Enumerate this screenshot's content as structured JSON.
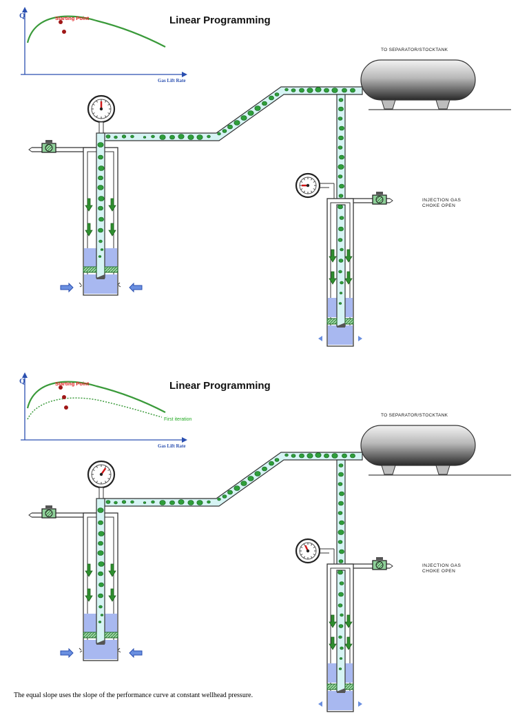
{
  "panels": [
    {
      "title": "Linear Programming",
      "axis_y_label": "Q",
      "axis_x_label": "Gas Lift Rate",
      "start_label": "Starting Point",
      "iteration_label": "",
      "tank_label": "TO SEPARATOR/STOCKTANK",
      "injection_line1": "INJECTION GAS",
      "injection_line2": "CHOKE OPEN",
      "show_iteration": false
    },
    {
      "title": "Linear Programming",
      "axis_y_label": "Q",
      "axis_x_label": "Gas Lift Rate",
      "start_label": "Starting Point",
      "iteration_label": "First iteration",
      "tank_label": "TO SEPARATOR/STOCKTANK",
      "injection_line1": "INJECTION GAS",
      "injection_line2": "CHOKE OPEN",
      "show_iteration": true
    }
  ],
  "caption": "The equal slope uses the slope of the performance curve at constant wellhead pressure.",
  "colors": {
    "fluid": "#d6f4f4",
    "bubble": "#2e9e3a",
    "curve": "#3a9a3a",
    "axis": "#2a4fb0",
    "marker": "#a01818",
    "water": "#a8b8f0",
    "packer": "#1e8a2a"
  },
  "icons": [
    "pressure-gauge-icon",
    "valve-icon",
    "flow-arrow-icon",
    "separator-tank-icon"
  ]
}
